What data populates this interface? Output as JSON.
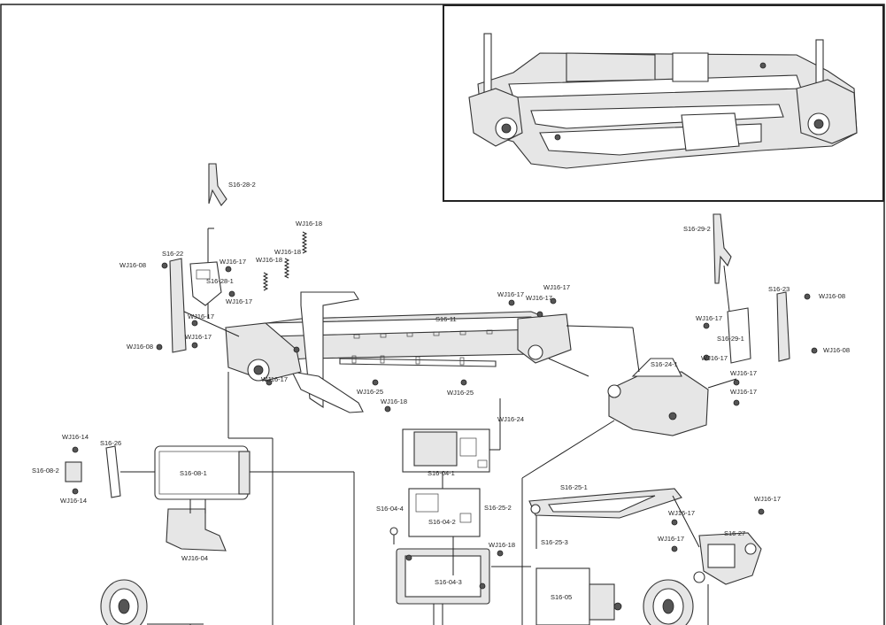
{
  "labels": {
    "s16_28_2": "S16-28-2",
    "s16_28_1": "S16-28-1",
    "s16_22": "S16-22",
    "wj16_08_a": "WJ16-08",
    "wj16_08_b": "WJ16-08",
    "wj16_08_c": "WJ16-08",
    "wj16_08_d": "WJ16-08",
    "wj16_17_a": "WJ16-17",
    "wj16_17_b": "WJ16-17",
    "wj16_17_c": "WJ16-17",
    "wj16_17_d": "WJ16-17",
    "wj16_17_e": "WJ16-17",
    "wj16_17_f": "WJ16-17",
    "wj16_17_g": "WJ16-17",
    "wj16_17_h": "WJ16-17",
    "wj16_17_i": "WJ16-17",
    "wj16_17_j": "WJ16-17",
    "wj16_17_k": "WJ16-17",
    "wj16_17_l": "WJ16-17",
    "wj16_17_m": "WJ16-17",
    "wj16_17_n": "WJ16-17",
    "wj16_17_o": "WJ16-17",
    "wj16_18_a": "WJ16-18",
    "wj16_18_b": "WJ16-18",
    "wj16_18_c": "WJ16-18",
    "wj16_18_d": "WJ16-18",
    "wj16_18_e": "WJ16-18",
    "wj16_14_a": "WJ16-14",
    "wj16_14_b": "WJ16-14",
    "wj16_25_a": "WJ16-25",
    "wj16_25_b": "WJ16-25",
    "wj16_24": "WJ16-24",
    "wj16_04": "WJ16-04",
    "s16_11": "S16-11",
    "s16_26": "S16-26",
    "s16_08_1": "S16-08-1",
    "s16_08_2": "S16-08-2",
    "s16_04_1": "S16-04-1",
    "s16_04_2": "S16-04-2",
    "s16_04_3": "S16-04-3",
    "s16_04_4": "S16-04-4",
    "s16_25_1": "S16-25-1",
    "s16_25_2": "S16-25-2",
    "s16_25_3": "S16-25-3",
    "s16_05": "S16-05",
    "s16_27": "S16-27",
    "s16_24_1": "S16-24-1",
    "s16_23": "S16-23",
    "s16_29_1": "S16-29-1",
    "s16_29_2": "S16-29-2"
  }
}
